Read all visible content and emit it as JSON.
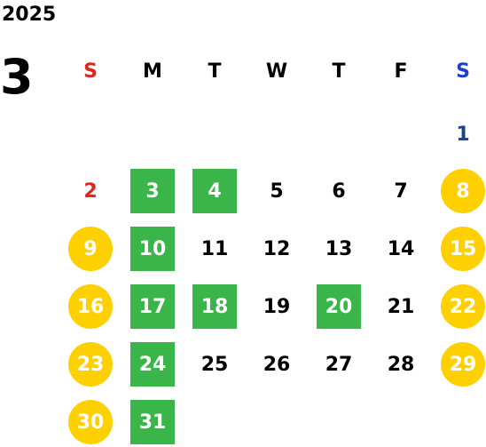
{
  "year": "2025",
  "month": "3",
  "weekdays": [
    {
      "label": "S",
      "color": "#e0251b"
    },
    {
      "label": "M",
      "color": "#000000"
    },
    {
      "label": "T",
      "color": "#000000"
    },
    {
      "label": "W",
      "color": "#000000"
    },
    {
      "label": "T",
      "color": "#000000"
    },
    {
      "label": "F",
      "color": "#000000"
    },
    {
      "label": "S",
      "color": "#1a3fd0"
    }
  ],
  "colors": {
    "green": "#3ab54a",
    "yellow": "#ffd000",
    "sunday_red": "#e0251b",
    "saturday_blue": "#1a3fd0",
    "day1_blue": "#1f3f96"
  },
  "weeks": [
    [
      null,
      null,
      null,
      null,
      null,
      null,
      {
        "day": "1",
        "style": "blue"
      }
    ],
    [
      {
        "day": "2",
        "style": "red"
      },
      {
        "day": "3",
        "style": "green"
      },
      {
        "day": "4",
        "style": "green"
      },
      {
        "day": "5",
        "style": "plain"
      },
      {
        "day": "6",
        "style": "plain"
      },
      {
        "day": "7",
        "style": "plain"
      },
      {
        "day": "8",
        "style": "yellow"
      }
    ],
    [
      {
        "day": "9",
        "style": "yellow"
      },
      {
        "day": "10",
        "style": "green"
      },
      {
        "day": "11",
        "style": "plain"
      },
      {
        "day": "12",
        "style": "plain"
      },
      {
        "day": "13",
        "style": "plain"
      },
      {
        "day": "14",
        "style": "plain"
      },
      {
        "day": "15",
        "style": "yellow"
      }
    ],
    [
      {
        "day": "16",
        "style": "yellow"
      },
      {
        "day": "17",
        "style": "green"
      },
      {
        "day": "18",
        "style": "green"
      },
      {
        "day": "19",
        "style": "plain"
      },
      {
        "day": "20",
        "style": "green"
      },
      {
        "day": "21",
        "style": "plain"
      },
      {
        "day": "22",
        "style": "yellow"
      }
    ],
    [
      {
        "day": "23",
        "style": "yellow"
      },
      {
        "day": "24",
        "style": "green"
      },
      {
        "day": "25",
        "style": "plain"
      },
      {
        "day": "26",
        "style": "plain"
      },
      {
        "day": "27",
        "style": "plain"
      },
      {
        "day": "28",
        "style": "plain"
      },
      {
        "day": "29",
        "style": "yellow"
      }
    ],
    [
      {
        "day": "30",
        "style": "yellow"
      },
      {
        "day": "31",
        "style": "green"
      },
      null,
      null,
      null,
      null,
      null
    ]
  ]
}
